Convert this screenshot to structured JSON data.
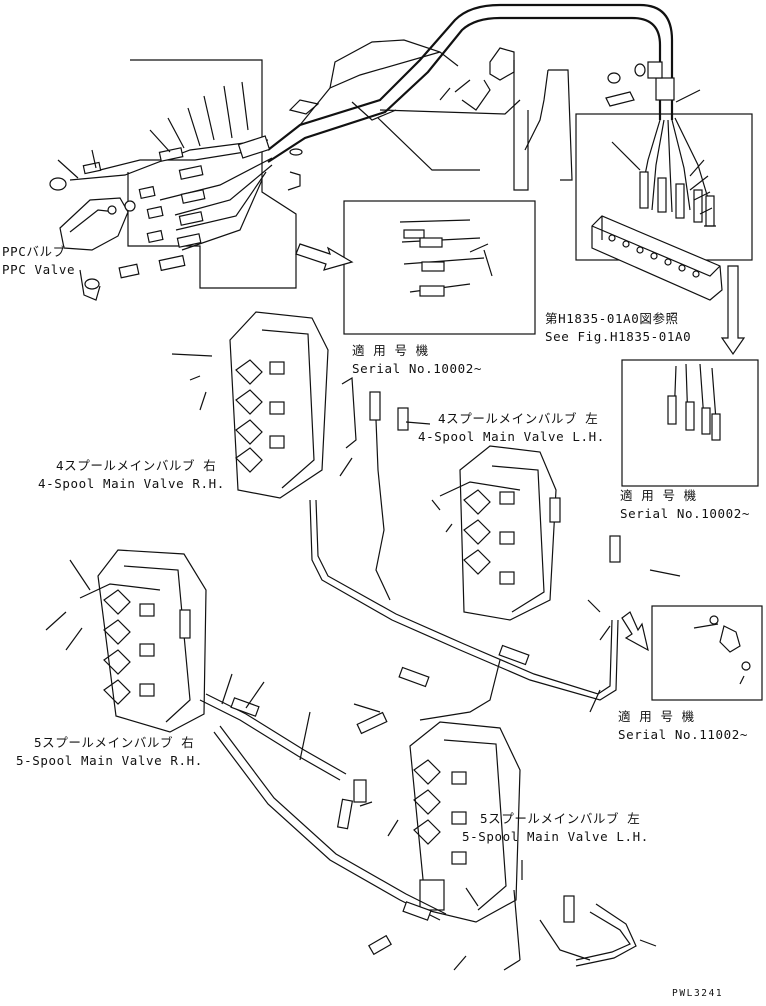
{
  "labels": {
    "ppc_valve_jp": "PPCバルブ",
    "ppc_valve_en": "PPC Valve",
    "see_fig_jp": "第H1835-01A0図参照",
    "see_fig_en": "See Fig.H1835-01A0",
    "inset1_serial_jp": "適 用 号 機",
    "inset1_serial_en": "Serial No.10002~",
    "inset2_serial_jp": "適 用 号 機",
    "inset2_serial_en": "Serial No.10002~",
    "inset3_serial_jp": "適 用 号 機",
    "inset3_serial_en": "Serial No.11002~",
    "spool4_lh_jp": "4スプールメインバルブ 左",
    "spool4_lh_en": "4-Spool Main Valve L.H.",
    "spool4_rh_jp": "4スプールメインバルブ 右",
    "spool4_rh_en": "4-Spool Main Valve R.H.",
    "spool5_rh_jp": "5スプールメインバルブ 右",
    "spool5_rh_en": "5-Spool Main Valve R.H.",
    "spool5_lh_jp": "5スプールメインバルブ 左",
    "spool5_lh_en": "5-Spool Main Valve L.H.",
    "drawing_code": "PWL3241"
  },
  "icons": {
    "arrow_right": "hollow-arrow-right-icon",
    "arrow_down": "hollow-arrow-down-icon",
    "arrow_diag": "hollow-arrow-down-right-icon"
  }
}
